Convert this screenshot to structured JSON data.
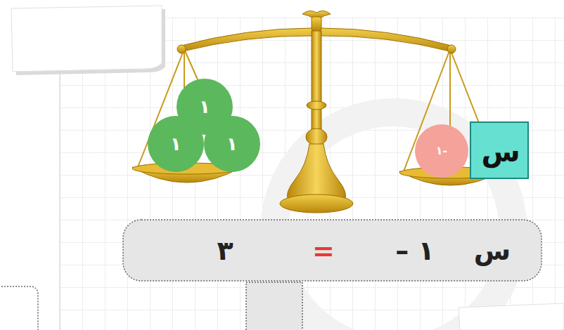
{
  "diagram": {
    "nodes": [
      {
        "text": [
          "١"
        ]
      },
      {
        "text": [
          "١"
        ]
      },
      {
        "text": [
          "١"
        ]
      },
      {
        "text": [
          "١-"
        ]
      },
      {
        "text": [
          "س"
        ]
      },
      {
        "text": [
          "س",
          "– ١",
          "=",
          "٣"
        ]
      }
    ]
  }
}
